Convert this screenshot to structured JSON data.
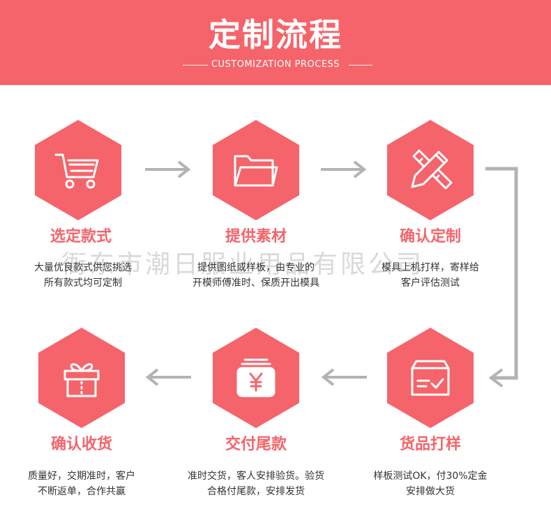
{
  "header": {
    "title": "定制流程",
    "subtitle": "CUSTOMIZATION PROCESS"
  },
  "watermark": "衙东市潮日服业用品有限公司",
  "steps": [
    {
      "title": "选定款式",
      "desc_line1": "大量优良款式供您挑选",
      "desc_line2": "所有款式均可定制",
      "icon": "shopping-cart-icon"
    },
    {
      "title": "提供素材",
      "desc_line1": "提供图纸或样板，由专业的",
      "desc_line2": "开模师傅准时、保质开出模具",
      "icon": "folder-icon"
    },
    {
      "title": "确认定制",
      "desc_line1": "模具上机打样，寄样给",
      "desc_line2": "客户评估测试",
      "icon": "pencil-ruler-icon"
    },
    {
      "title": "货品打样",
      "desc_line1": "样板测试OK，付30%定金",
      "desc_line2": "安排做大货",
      "icon": "box-check-icon"
    },
    {
      "title": "交付尾款",
      "desc_line1": "准时交货，客人安排验货。验货",
      "desc_line2": "合格付尾款，安排发货",
      "icon": "money-yen-icon"
    },
    {
      "title": "确认收货",
      "desc_line1": "质量好，交期准时，客户",
      "desc_line2": "不断返单，合作共赢",
      "icon": "gift-box-icon"
    }
  ],
  "colors": {
    "accent": "#f5646a",
    "arrow": "#b3b3b3",
    "text": "#333333"
  }
}
